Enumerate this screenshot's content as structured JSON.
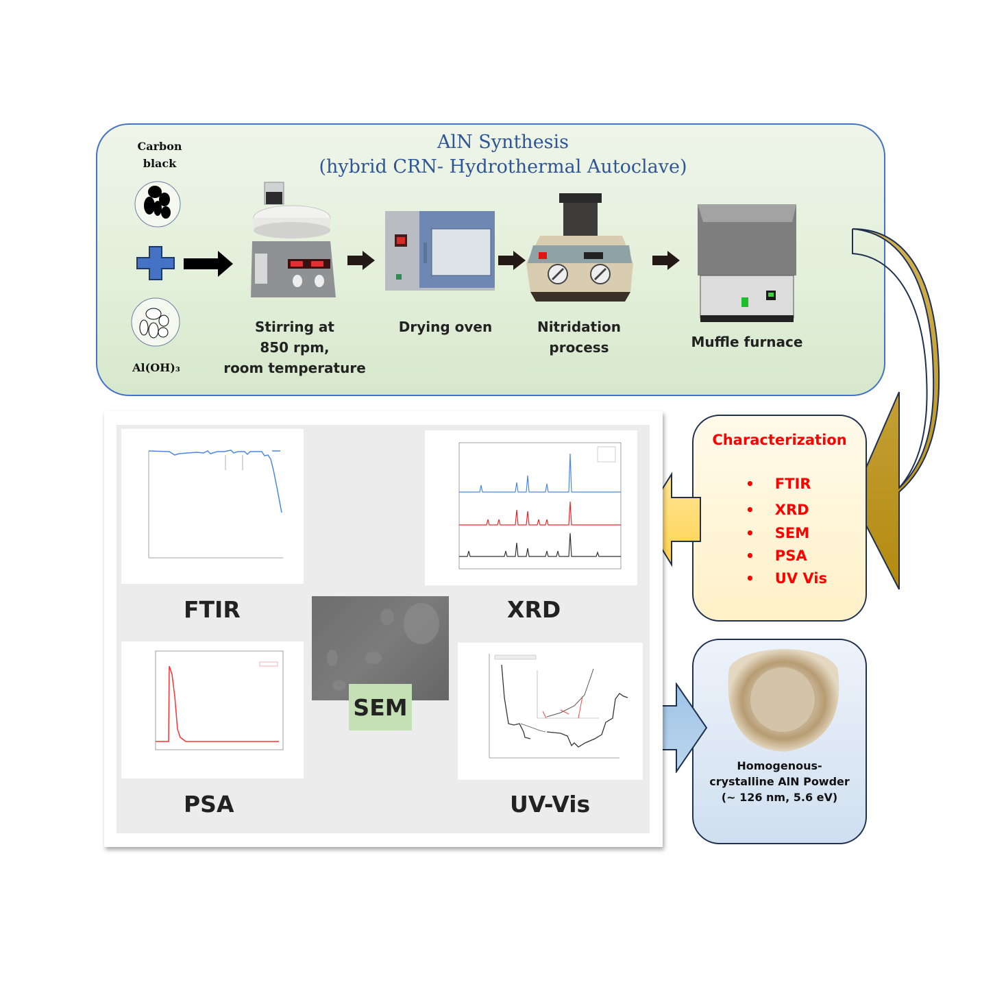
{
  "synthesis": {
    "title_line1": "AlN Synthesis",
    "title_line2": "(hybrid CRN- Hydrothermal Autoclave)",
    "reactants": {
      "carbon_label_line1": "Carbon",
      "carbon_label_line2": "black",
      "aloh_label": "Al(OH)₃"
    },
    "steps": [
      {
        "line1": "Stirring at",
        "line2": "850 rpm,",
        "line3": "room temperature",
        "icon": "magnetic-stirrer-icon"
      },
      {
        "line1": "Drying oven",
        "icon": "drying-oven-icon"
      },
      {
        "line1": "Nitridation",
        "line2": "process",
        "icon": "autoclave-icon"
      },
      {
        "line1": "Muffle furnace",
        "icon": "muffle-furnace-icon"
      }
    ]
  },
  "characterization": {
    "title": "Characterization",
    "bullet": "•",
    "items": [
      "FTIR",
      "XRD",
      "SEM",
      "PSA",
      "UV Vis"
    ]
  },
  "results": {
    "labels": {
      "ftir": "FTIR",
      "xrd": "XRD",
      "sem": "SEM",
      "psa": "PSA",
      "uvvis": "UV-Vis"
    }
  },
  "product": {
    "line1": "Homogenous-",
    "line2": "crystalline AlN Powder",
    "line3": "(~ 126 nm, 5.6 eV)"
  },
  "colors": {
    "synthesis_border": "#4472c4",
    "synthesis_title": "#2f5597",
    "characterization_text": "#ff0000",
    "gold_arrow": "#c9a12c",
    "yellow_arrow": "#ffd966",
    "blue_arrow": "#9dc3e6",
    "ftir_line": "#4a86e8",
    "xrd_series": [
      "#4a86e8",
      "#e8262a",
      "#333333"
    ],
    "psa_line": "#ff3030",
    "sem_label_bg": "#c5e0b4"
  }
}
